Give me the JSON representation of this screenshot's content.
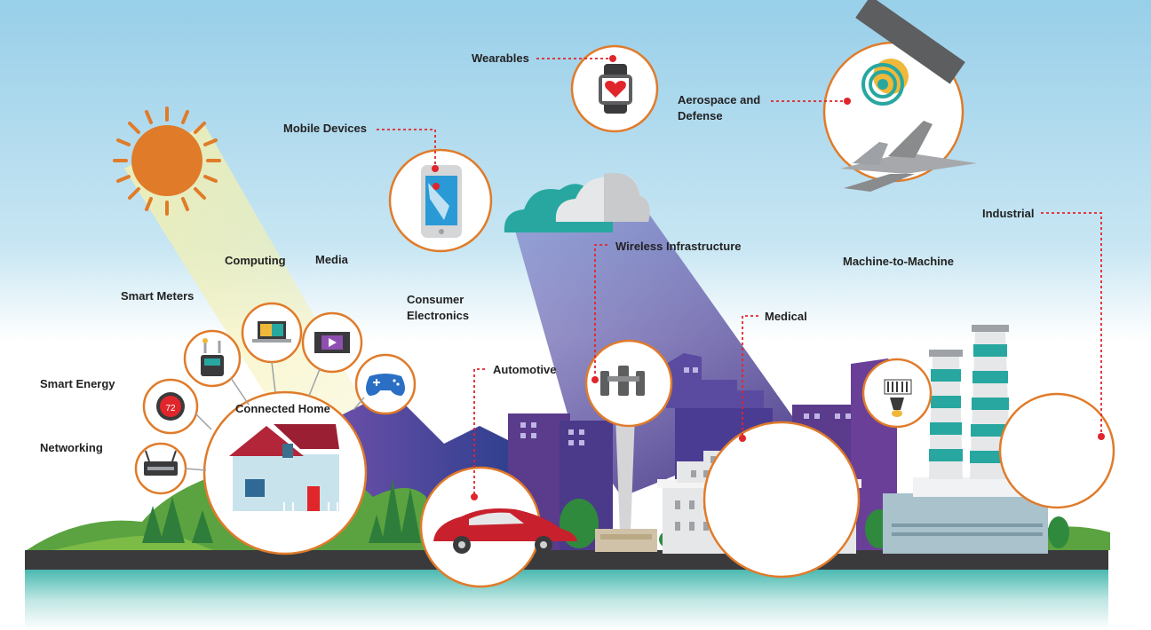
{
  "labels": {
    "wearables": "Wearables",
    "aerospace_line1": "Aerospace and",
    "aerospace_line2": "Defense",
    "mobile_devices": "Mobile Devices",
    "industrial": "Industrial",
    "wireless_infrastructure": "Wireless Infrastructure",
    "machine_to_machine": "Machine-to-Machine",
    "computing": "Computing",
    "media": "Media",
    "smart_meters": "Smart Meters",
    "consumer_line1": "Consumer",
    "consumer_line2": "Electronics",
    "medical": "Medical",
    "automotive": "Automotive",
    "smart_energy": "Smart Energy",
    "connected_home": "Connected Home",
    "networking": "Networking"
  },
  "thermostat_reading": "72",
  "colors": {
    "accent_orange": "#e07b2a",
    "connector_red": "#e0262a",
    "teal": "#27a7a0",
    "sky_top": "#9cd0e9",
    "purple_city": "#5a3b8c"
  }
}
